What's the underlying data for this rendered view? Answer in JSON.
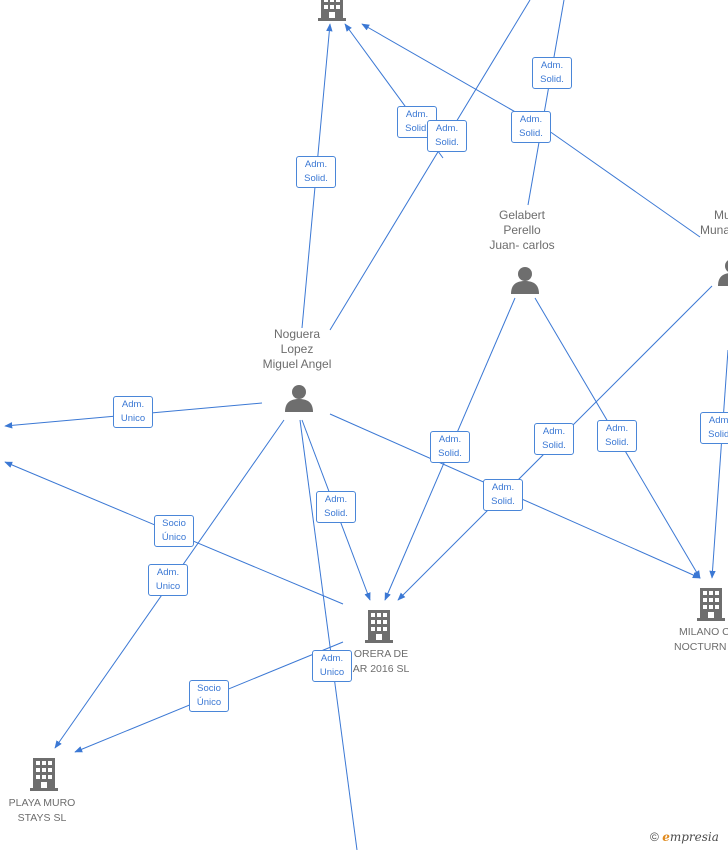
{
  "people": [
    {
      "id": "noguera",
      "name_lines": [
        "Noguera",
        "Lopez",
        "Miguel Angel"
      ]
    },
    {
      "id": "gelabert",
      "name_lines": [
        "Gelabert",
        "Perello",
        "Juan- carlos"
      ]
    },
    {
      "id": "muna",
      "name_lines": [
        "Mu",
        "Muna"
      ]
    }
  ],
  "companies": [
    {
      "id": "lorera",
      "name_lines": [
        "ORERA DE",
        "AR 2016  SL"
      ]
    },
    {
      "id": "playa",
      "name_lines": [
        "PLAYA MURO",
        "STAYS  SL"
      ]
    },
    {
      "id": "milano",
      "name_lines": [
        "MILANO C",
        "NOCTURN"
      ]
    },
    {
      "id": "top",
      "name_lines": []
    }
  ],
  "edge_labels": [
    {
      "id": "e1",
      "text": "Adm.\nSolid."
    },
    {
      "id": "e2",
      "text": "Adm.\nSolid."
    },
    {
      "id": "e3",
      "text": "Adm.\nSolid."
    },
    {
      "id": "e4",
      "text": "Adm.\nSolid."
    },
    {
      "id": "e5",
      "text": "Adm.\nSolid."
    },
    {
      "id": "e6",
      "text": "Adm.\nUnico"
    },
    {
      "id": "e7",
      "text": "Adm.\nSolid."
    },
    {
      "id": "e8",
      "text": "Adm.\nSolid."
    },
    {
      "id": "e9",
      "text": "Adm.\nSolid."
    },
    {
      "id": "e10",
      "text": "Adm.\nSolid."
    },
    {
      "id": "e11",
      "text": "Adm.\nSolid."
    },
    {
      "id": "e12",
      "text": "Adm.\nSolid."
    },
    {
      "id": "e13",
      "text": "Socio\nÚnico"
    },
    {
      "id": "e14",
      "text": "Adm.\nUnico"
    },
    {
      "id": "e15",
      "text": "Adm.\nUnico"
    },
    {
      "id": "e16",
      "text": "Socio\nÚnico"
    }
  ],
  "watermark": {
    "symbol": "©",
    "brand_initial": "e",
    "brand_rest": "mpresia"
  },
  "colors": {
    "edge": "#3b78d4",
    "icon": "#6e6e6e",
    "text": "#6d6d6d"
  }
}
